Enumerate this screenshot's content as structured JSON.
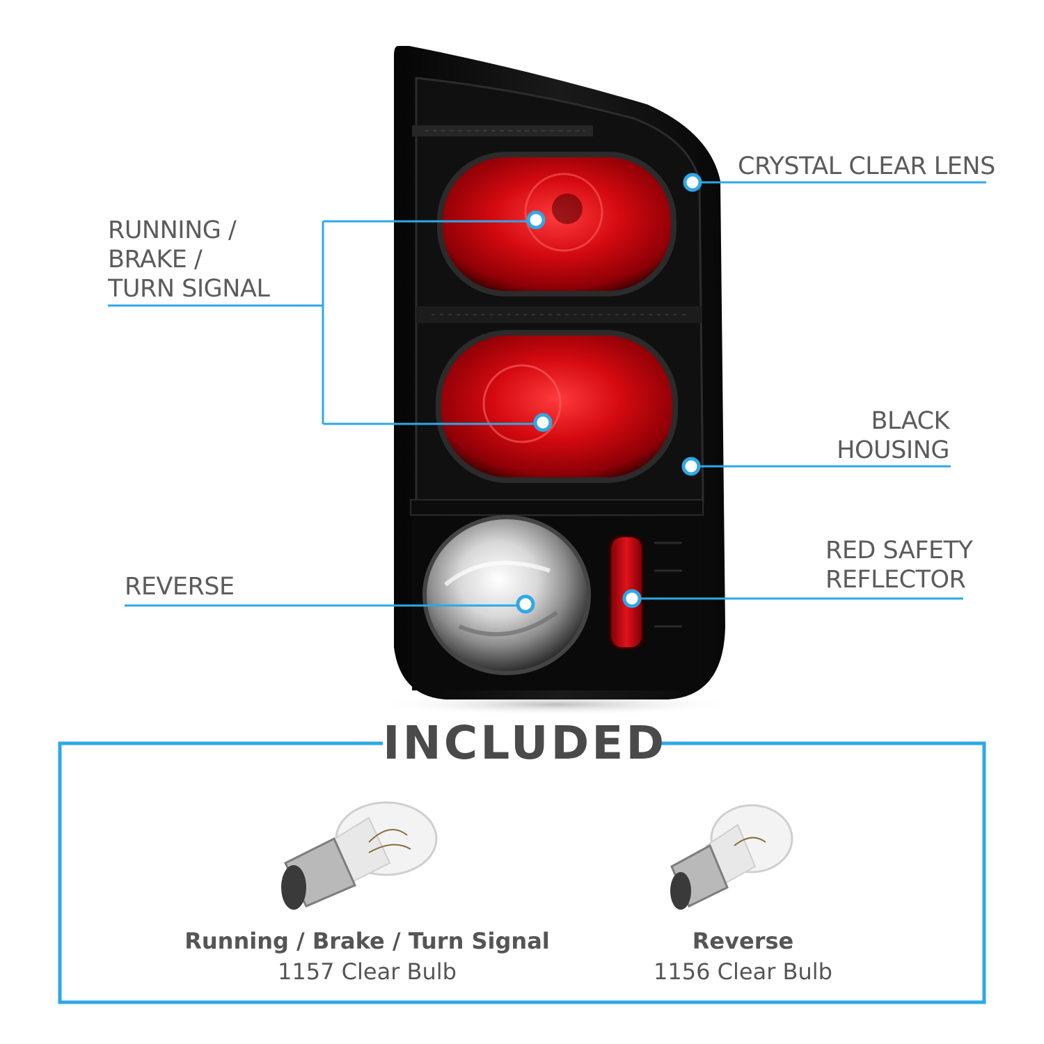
{
  "accent_color": "#2ea8e6",
  "callouts": {
    "crystal_clear_lens": "CRYSTAL CLEAR LENS",
    "running_brake_turn": [
      "RUNNING /",
      "BRAKE /",
      "TURN SIGNAL"
    ],
    "black_housing": [
      "BLACK",
      "HOUSING"
    ],
    "red_safety_reflector": [
      "RED SAFETY",
      "REFLECTOR"
    ],
    "reverse": "REVERSE"
  },
  "included": {
    "title": "INCLUDED",
    "bulbs": [
      {
        "name": "Running / Brake / Turn Signal",
        "spec": "1157 Clear Bulb",
        "icon": "dual-filament-bulb-icon"
      },
      {
        "name": "Reverse",
        "spec": "1156 Clear Bulb",
        "icon": "single-filament-bulb-icon"
      }
    ]
  }
}
